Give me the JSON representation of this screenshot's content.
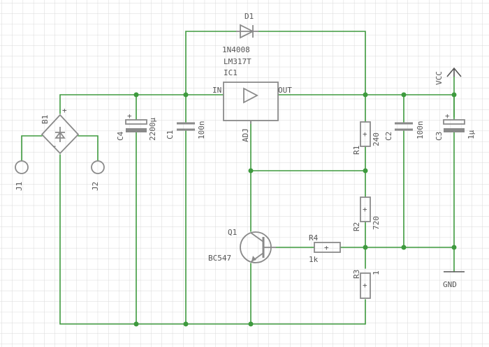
{
  "colors": {
    "wire": "#3e9a3e",
    "component": "#8a8a8a",
    "grid": "#d9d9d9",
    "text": "#555555"
  },
  "components": {
    "d1": {
      "ref": "D1",
      "value": "1N4008"
    },
    "ic1": {
      "ref": "IC1",
      "value": "LM317T",
      "pin_in": "IN",
      "pin_out": "OUT",
      "pin_adj": "ADJ"
    },
    "b1": {
      "ref": "B1",
      "plus": "+",
      "minus": "-"
    },
    "j1": {
      "ref": "J1"
    },
    "j2": {
      "ref": "J2"
    },
    "c4": {
      "ref": "C4",
      "value": "2200µ",
      "plus": "+"
    },
    "c1": {
      "ref": "C1",
      "value": "100n"
    },
    "r1": {
      "ref": "R1",
      "value": "240",
      "plus": "+"
    },
    "c2": {
      "ref": "C2",
      "value": "100n"
    },
    "c3": {
      "ref": "C3",
      "value": "1µ",
      "plus": "+"
    },
    "r2": {
      "ref": "R2",
      "value": "720",
      "plus": "+"
    },
    "q1": {
      "ref": "Q1",
      "value": "BC547"
    },
    "r4": {
      "ref": "R4",
      "value": "1k",
      "plus": "+"
    },
    "r3": {
      "ref": "R3",
      "value": "1",
      "plus": "+"
    },
    "vcc": {
      "label": "VCC"
    },
    "gnd": {
      "label": "GND"
    }
  }
}
